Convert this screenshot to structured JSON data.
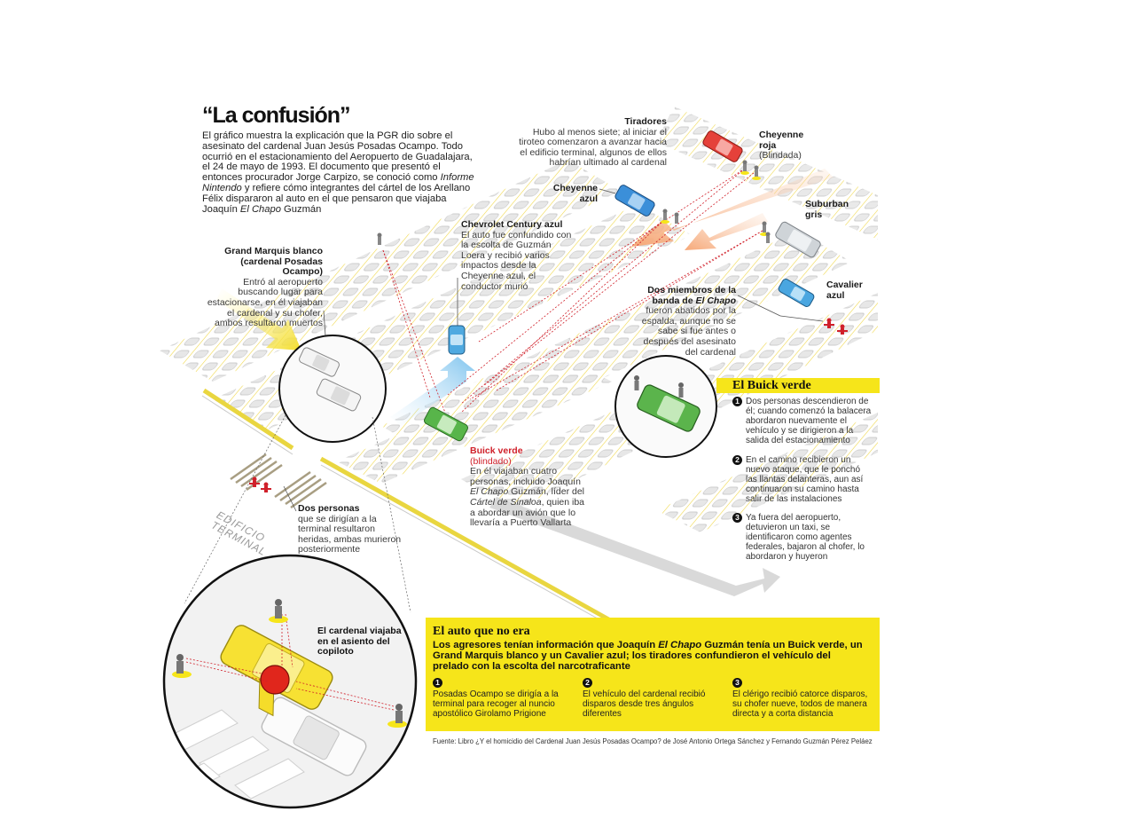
{
  "title": "“La confusión”",
  "intro_parts": [
    "El gráfico muestra la explicación que la PGR dio sobre el asesinato del cardenal Juan Jesús Posadas Ocampo. Todo ocurrió en el estacionamiento del Aeropuerto de Guadalajara, el 24 de mayo de 1993. El documento que presentó el entonces procurador Jorge Carpizo, se conoció como ",
    "Informe Nintendo",
    " y refiere cómo integrantes del cártel de los Arellano Félix dispararon al auto en el que pensaron que viajaba Joaquín ",
    "El Chapo",
    " Guzmán"
  ],
  "labels": {
    "tiradores": {
      "title": "Tiradores",
      "text": "Hubo al menos siete; al iniciar el tiroteo comenzaron a avanzar hacia el edificio terminal, algunos de ellos habrían ultimado al cardenal"
    },
    "cheyenne_roja": {
      "title": "Cheyenne roja",
      "text": "(Blindada)"
    },
    "cheyenne_azul": {
      "title": "Cheyenne azul"
    },
    "suburban": {
      "title": "Suburban gris"
    },
    "cavalier": {
      "title": "Cavalier azul"
    },
    "chevrolet": {
      "title": "Chevrolet Century azul",
      "text": "El auto fue confundido con la escolta de Guzmán Loera y recibió varios impactos desde la Cheyenne azul, el conductor murió"
    },
    "grand_marquis": {
      "title": "Grand Marquis blanco (cardenal Posadas Ocampo)",
      "text": "Entró al aeropuerto buscando lugar para estacionarse, en él viajaban el cardenal y su chofer, ambos resultaron muertos"
    },
    "dos_miembros": {
      "title_a": "Dos miembros de la banda de ",
      "title_b": "El Chapo",
      "text": "fueron abatidos por la espalda, aunque no se sabe si fue antes o después del asesinato del cardenal"
    },
    "buick": {
      "title": "Buick verde",
      "sub": "(blindado)",
      "text_a": "En él viajaban cuatro personas, incluido Joaquín ",
      "text_b": "El Chapo",
      "text_c": " Guzmán, líder del ",
      "text_d": "Cártel de Sinaloa",
      "text_e": ", quien iba a abordar un avión  que lo llevaría a Puerto Vallarta"
    },
    "dos_personas": {
      "title": "Dos personas",
      "text": "que se dirigían a la terminal resultaron heridas, ambas murieron posteriormente"
    },
    "terminal": "EDIFICIO TERMINAL",
    "cardenal_asiento": "El cardenal viajaba en el asiento del copiloto"
  },
  "buick_panel": {
    "title": "El Buick verde",
    "steps": [
      {
        "n": "1",
        "text": "Dos personas descendieron de él; cuando comenzó la balacera abordaron nuevamente el vehículo y se dirigieron a la salida del estacionamiento"
      },
      {
        "n": "2",
        "text": "En el camino recibieron un nuevo ataque, que le ponchó las llantas delanteras, aun así continuaron su camino hasta salir de las instalaciones"
      },
      {
        "n": "3",
        "text": "Ya fuera del aeropuerto, detuvieron un taxi, se identificaron como agentes federales, bajaron al chofer, lo abordaron y huyeron"
      }
    ]
  },
  "box": {
    "title": "El auto que no era",
    "lead_a": "Los agresores tenían información que Joaquín ",
    "lead_b": "El Chapo",
    "lead_c": " Guzmán tenía un Buick verde, un Grand Marquis blanco y un Cavalier azul; los tiradores confundieron el vehículo del prelado con la escolta del narcotraficante",
    "steps": [
      {
        "n": "1",
        "text": "Posadas Ocampo se dirigía a la terminal para recoger al nuncio apostólico Girolamo Prigione"
      },
      {
        "n": "2",
        "text": "El vehículo del cardenal recibió disparos desde tres ángulos diferentes"
      },
      {
        "n": "3",
        "text": "El clérigo recibió catorce disparos, su chofer nueve, todos de manera directa y a corta distancia"
      }
    ]
  },
  "source": "Fuente: Libro ¿Y el homicidio del Cardenal Juan Jesús Posadas Ocampo? de José Antonio Ortega Sánchez y Fernando Guzmán Pérez Peláez",
  "colors": {
    "accent_yellow": "#f6e51a",
    "shot_red": "#d0202a",
    "road_blue": "#8cc8ee",
    "road_orange": "#f6b48a",
    "lot_yellow": "#f0d84a"
  }
}
